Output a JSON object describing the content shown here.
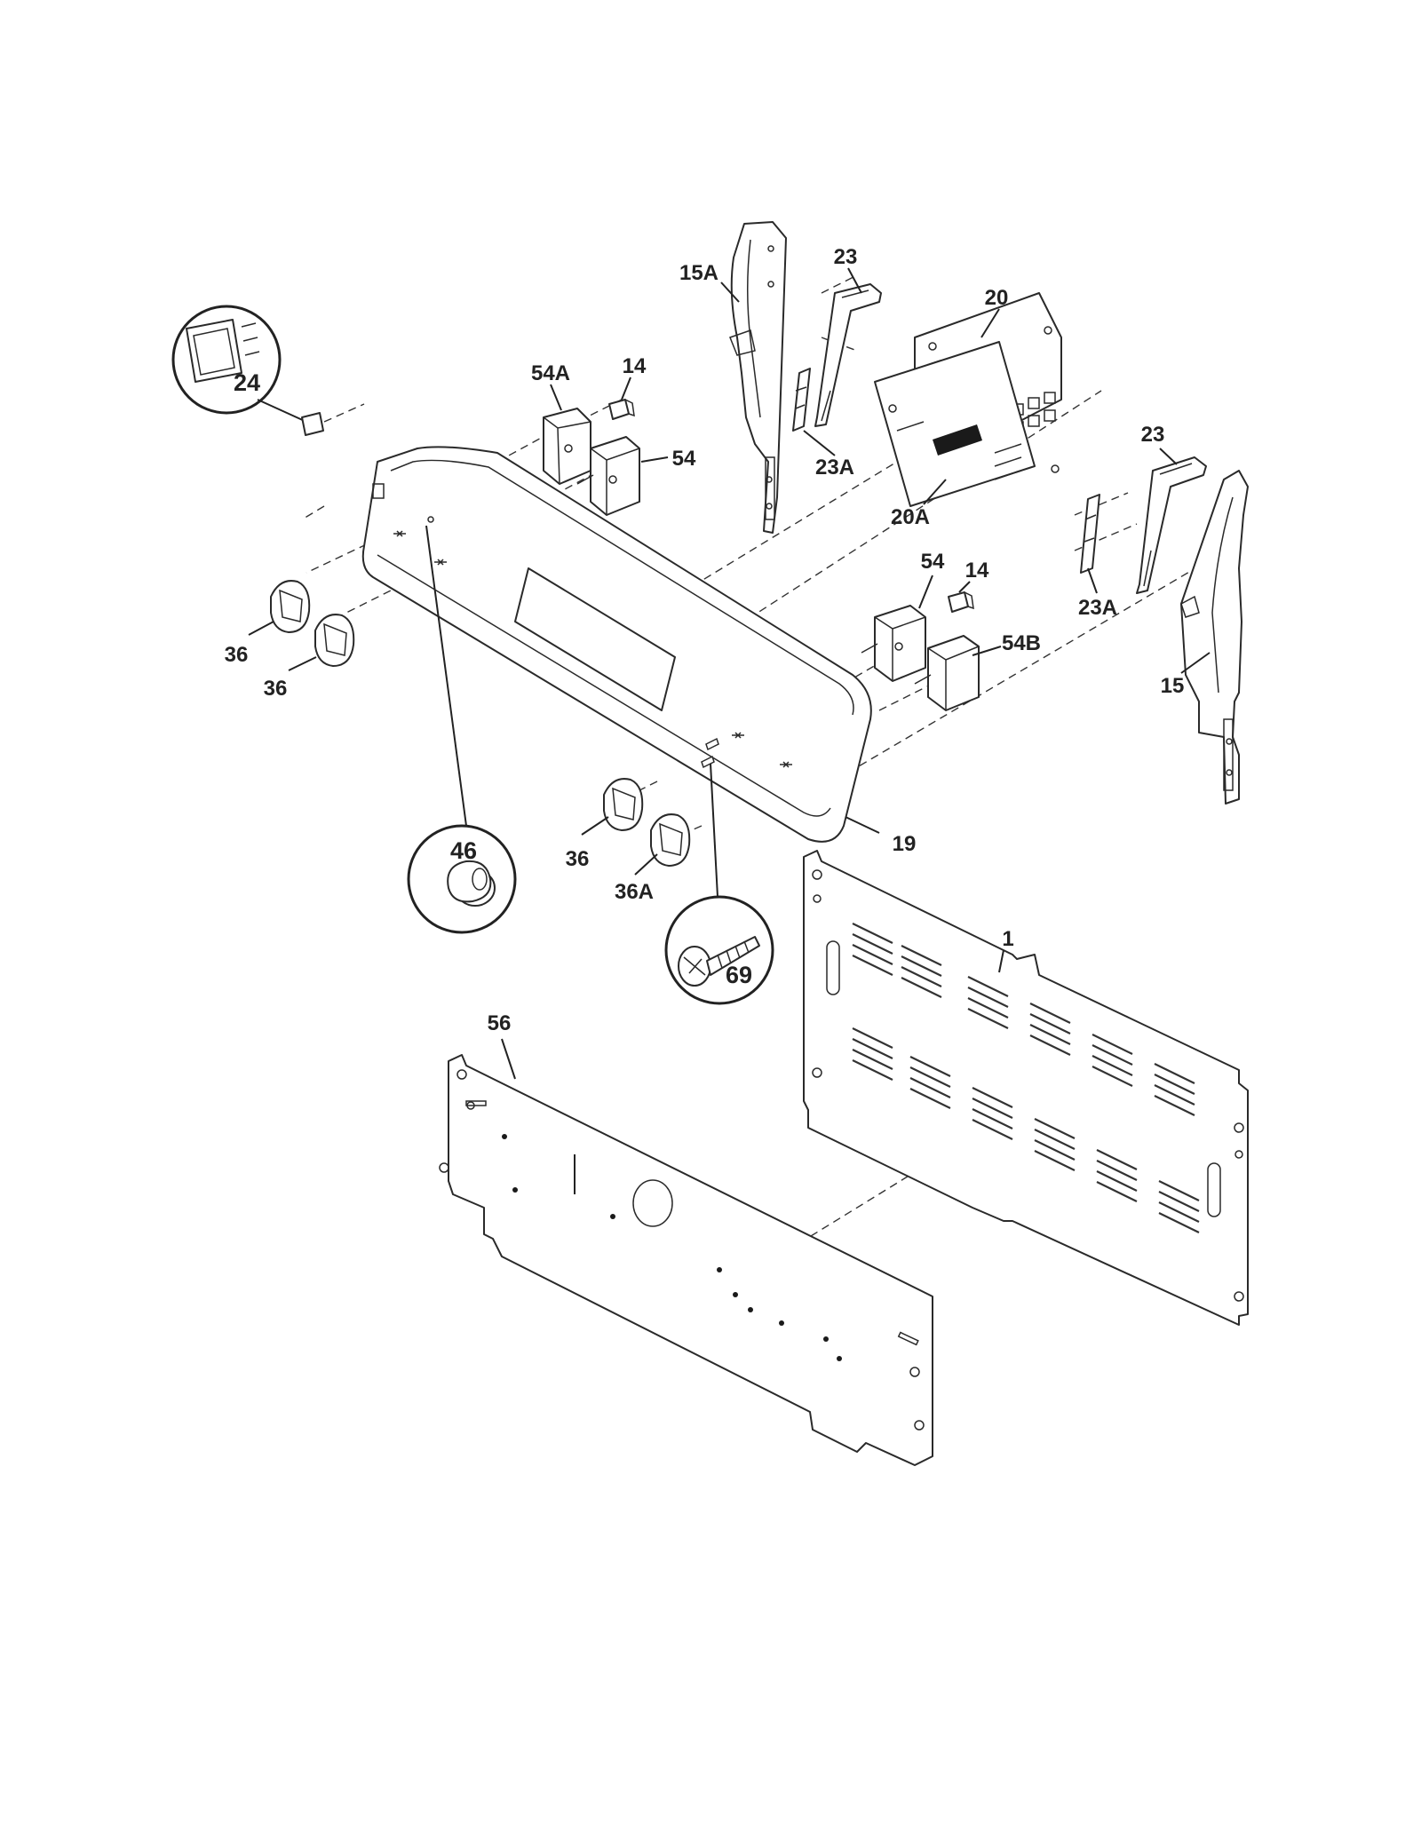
{
  "callouts": [
    {
      "id": "p15A",
      "text": "15A"
    },
    {
      "id": "p23a",
      "text": "23"
    },
    {
      "id": "p20",
      "text": "20"
    },
    {
      "id": "p54A",
      "text": "54A"
    },
    {
      "id": "p14a",
      "text": "14"
    },
    {
      "id": "p54a",
      "text": "54"
    },
    {
      "id": "p24",
      "text": "24"
    },
    {
      "id": "p23Aa",
      "text": "23A"
    },
    {
      "id": "p20A",
      "text": "20A"
    },
    {
      "id": "p23b",
      "text": "23"
    },
    {
      "id": "p36a",
      "text": "36"
    },
    {
      "id": "p36b",
      "text": "36"
    },
    {
      "id": "p54b",
      "text": "54"
    },
    {
      "id": "p14b",
      "text": "14"
    },
    {
      "id": "p54B",
      "text": "54B"
    },
    {
      "id": "p23Ab",
      "text": "23A"
    },
    {
      "id": "p15",
      "text": "15"
    },
    {
      "id": "p19",
      "text": "19"
    },
    {
      "id": "p46",
      "text": "46"
    },
    {
      "id": "p36c",
      "text": "36"
    },
    {
      "id": "p36A",
      "text": "36A"
    },
    {
      "id": "p69",
      "text": "69"
    },
    {
      "id": "p1",
      "text": "1"
    },
    {
      "id": "p56",
      "text": "56"
    }
  ]
}
